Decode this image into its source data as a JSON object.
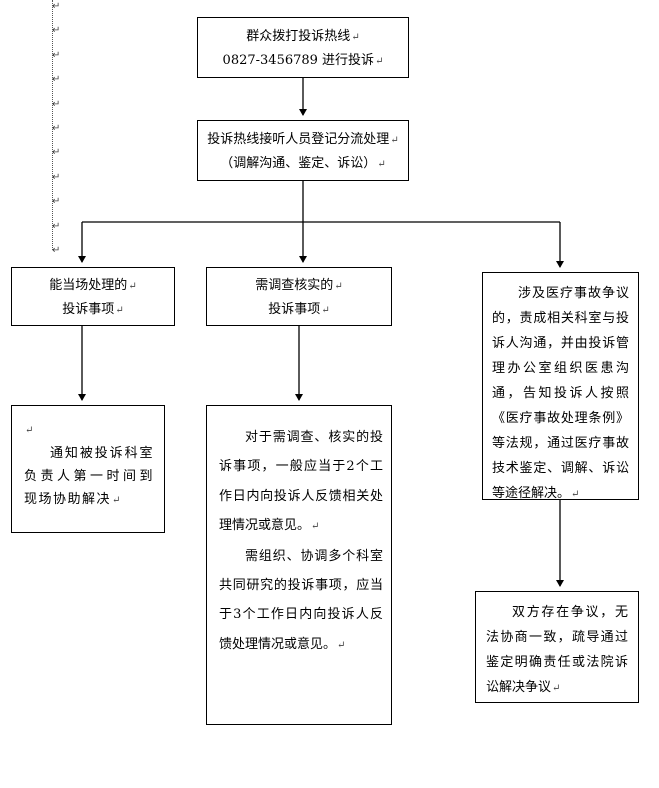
{
  "pilcrow": "↵",
  "margin_marks": 11,
  "nodes": {
    "hotline": {
      "lines": [
        "群众拨打投诉热线",
        "0827-3456789 进行投诉"
      ]
    },
    "register": {
      "lines": [
        "投诉热线接听人员登记分流处理",
        "（调解沟通、鉴定、诉讼）"
      ]
    },
    "onsite": {
      "lines": [
        "能当场处理的",
        "投诉事项"
      ]
    },
    "investigate": {
      "lines": [
        "需调查核实的",
        "投诉事项"
      ]
    },
    "dispute": {
      "text": "涉及医疗事故争议的，责成相关科室与投诉人沟通，并由投诉管理办公室组织医患沟通，告知投诉人按照《医疗事故处理条例》等法规，通过医疗事故技术鉴定、调解、诉讼等途径解决。"
    },
    "notify": {
      "text": "通知被投诉科室负责人第一时间到现场协助解决"
    },
    "investigate_detail": {
      "para1": "对于需调查、核实的投诉事项，一般应当于2个工作日内向投诉人反馈相关处理情况或意见。",
      "para2": "需组织、协调多个科室共同研究的投诉事项，应当于3个工作日内向投诉人反馈处理情况或意见。"
    },
    "no_agreement": {
      "text": "双方存在争议，无法协商一致，疏导通过鉴定明确责任或法院诉讼解决争议"
    }
  }
}
